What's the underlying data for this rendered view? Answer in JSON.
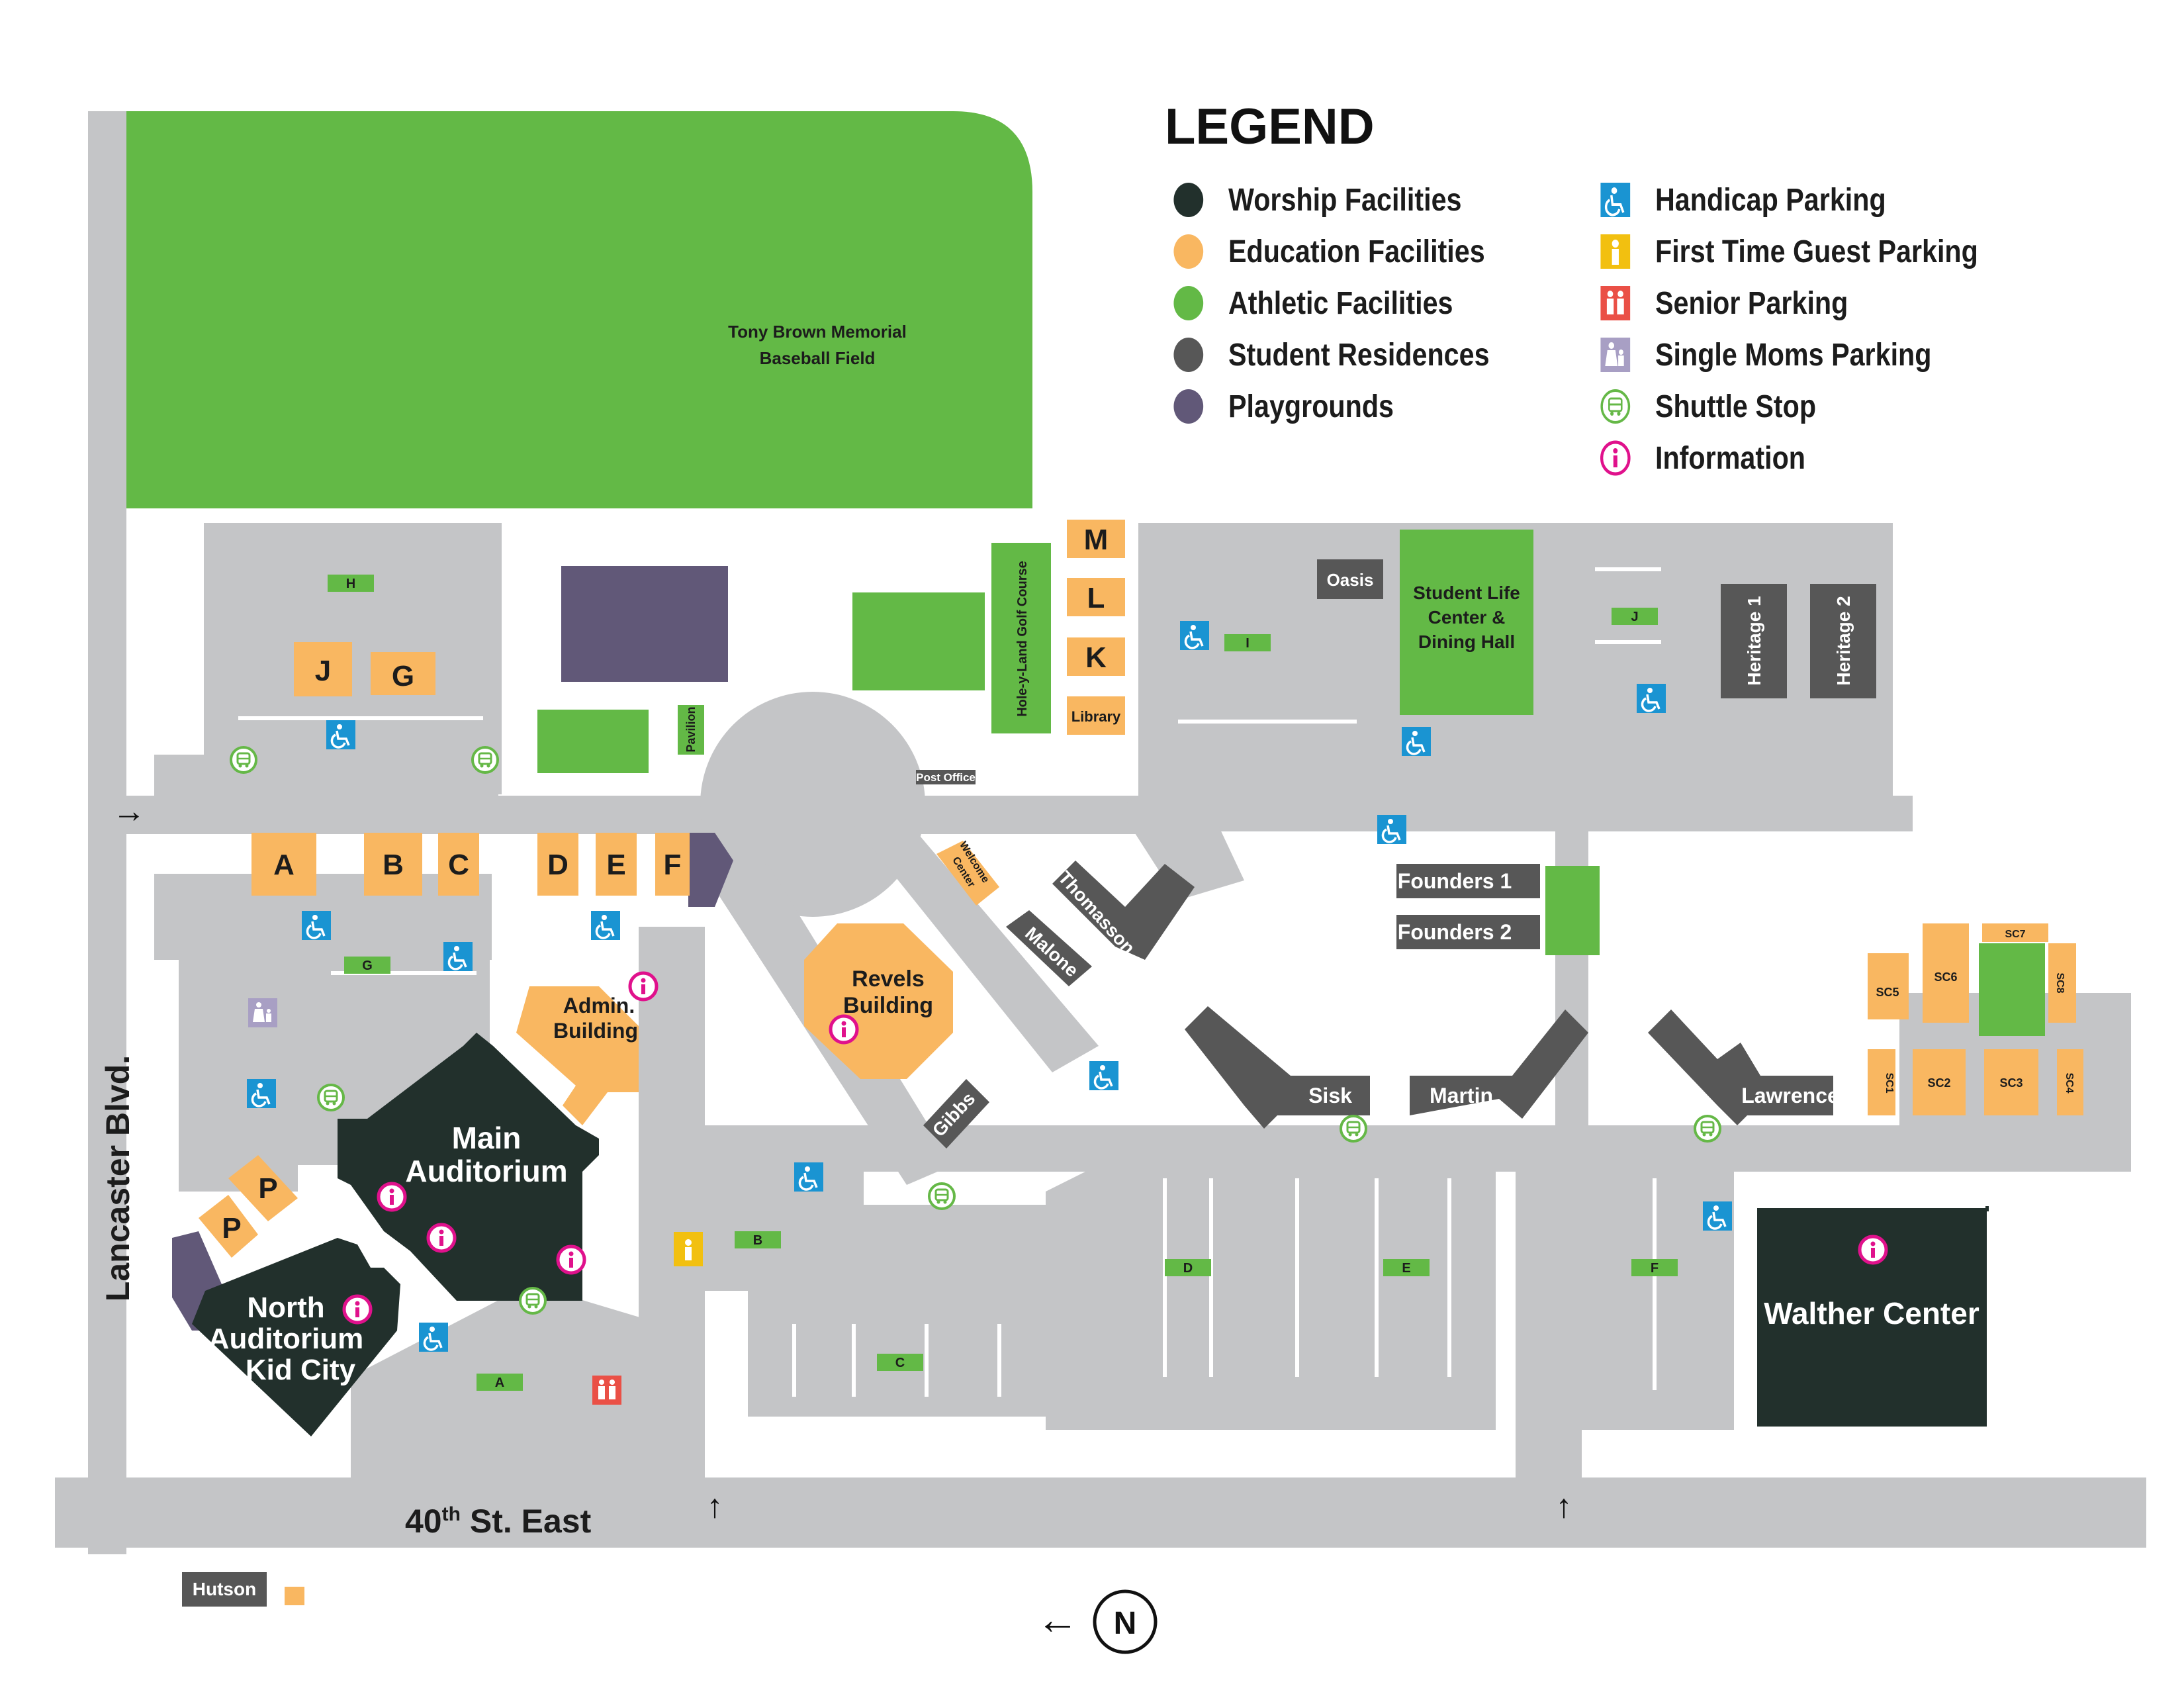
{
  "colors": {
    "road": "#c4c5c7",
    "worship": "#22302c",
    "education": "#f9b761",
    "athletic": "#63b946",
    "residences": "#575757",
    "playground": "#615878",
    "handicap": "#1a94d2",
    "first_time_guest": "#f2c010",
    "senior": "#ea5046",
    "single_moms": "#a89fc4",
    "shuttle": "#65b847",
    "information": "#e0118c"
  },
  "legend": {
    "title": "LEGEND",
    "facility_types": [
      {
        "label": "Worship Facilities",
        "icon": "worship-dot"
      },
      {
        "label": "Education Facilities",
        "icon": "education-dot"
      },
      {
        "label": "Athletic Facilities",
        "icon": "athletic-dot"
      },
      {
        "label": "Student Residences",
        "icon": "residence-dot"
      },
      {
        "label": "Playgrounds",
        "icon": "playground-dot"
      }
    ],
    "symbols": [
      {
        "label": "Handicap Parking",
        "icon": "handicap-icon"
      },
      {
        "label": "First Time Guest Parking",
        "icon": "guest-icon"
      },
      {
        "label": "Senior Parking",
        "icon": "senior-icon"
      },
      {
        "label": "Single Moms Parking",
        "icon": "single-moms-icon"
      },
      {
        "label": "Shuttle Stop",
        "icon": "shuttle-icon"
      },
      {
        "label": "Information",
        "icon": "info-icon"
      }
    ]
  },
  "streets": {
    "lancaster": "Lancaster Blvd.",
    "fortieth_prefix": "40",
    "fortieth_sup": "th",
    "fortieth_suffix": " St. East"
  },
  "compass": {
    "letter": "N",
    "arrow": "←"
  },
  "athletic": {
    "baseball_line1": "Tony Brown Memorial",
    "baseball_line2": "Baseball Field",
    "golf": "Hole-y-Land Golf Course",
    "pavilion": "Pavilion",
    "student_life_line1": "Student Life",
    "student_life_line2": "Center &",
    "student_life_line3": "Dining Hall"
  },
  "buildings": {
    "main_line1": "Main",
    "main_line2": "Auditorium",
    "north_line1": "North",
    "north_line2": "Auditorium",
    "north_line3": "& Kid City",
    "walther": "Walther Center",
    "admin_line1": "Admin.",
    "admin_line2": "Building",
    "revels_line1": "Revels",
    "revels_line2": "Building",
    "welcome_line1": "Welcome",
    "welcome_line2": "Center",
    "library": "Library",
    "post_office": "Post Office",
    "oasis": "Oasis",
    "hutson": "Hutson"
  },
  "education_letters": [
    "J",
    "G",
    "A",
    "B",
    "C",
    "D",
    "E",
    "F",
    "M",
    "L",
    "K",
    "P",
    "P"
  ],
  "residences": {
    "heritage1": "Heritage 1",
    "heritage2": "Heritage 2",
    "founders1": "Founders 1",
    "founders2": "Founders 2",
    "thomasson": "Thomasson",
    "malone": "Malone",
    "gibbs": "Gibbs",
    "sisk": "Sisk",
    "martin": "Martin",
    "lawrence": "Lawrence"
  },
  "sc_labels": [
    "SC1",
    "SC2",
    "SC3",
    "SC4",
    "SC5",
    "SC6",
    "SC7",
    "SC8"
  ],
  "parking_lots": [
    "H",
    "G",
    "J",
    "I",
    "B",
    "C",
    "D",
    "E",
    "F",
    "A"
  ],
  "entrance_arrows": [
    "→",
    "↑",
    "↑"
  ]
}
